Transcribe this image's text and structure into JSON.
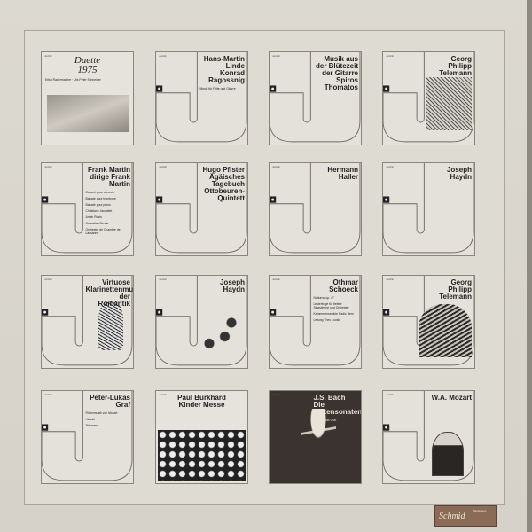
{
  "tiles": [
    {
      "kind": "full",
      "label": "Jecklin",
      "title": [
        "Duette",
        "1975"
      ],
      "sub": [
        "Erika Radermacher · Urs Peter Schneider"
      ],
      "art": "drawing"
    },
    {
      "kind": "j",
      "label": "Jecklin",
      "title": [
        "Hans-Martin Linde",
        "Konrad Ragossnig"
      ],
      "sub": [
        "Musik für Flöte und Gitarre"
      ],
      "art": ""
    },
    {
      "kind": "j",
      "label": "Jecklin",
      "title": [
        "Musik aus der Blütezeit der Gitarre",
        "Spiros Thomatos"
      ],
      "sub": [],
      "art": ""
    },
    {
      "kind": "j",
      "label": "Jecklin",
      "title": [
        "Georg Philipp Telemann"
      ],
      "sub": [],
      "art": "engraving"
    },
    {
      "kind": "j",
      "label": "Jecklin",
      "title": [
        "Frank Martin dirige Frank Martin"
      ],
      "sub": [
        "Concert pour clavecin",
        "Ballade pour trombone",
        "Ballade pour piano",
        "Christiane Jaccottet",
        "Armin Rosin",
        "Sebastian Benda",
        "Orchestre de Chambre de Lausanne"
      ],
      "art": ""
    },
    {
      "kind": "j",
      "label": "Jecklin",
      "title": [
        "Hugo Pfister",
        "Ägäisches Tagebuch",
        "Ottobeuren-Quintett"
      ],
      "sub": [],
      "art": ""
    },
    {
      "kind": "j",
      "label": "Jecklin",
      "title": [
        "Hermann Haller"
      ],
      "sub": [],
      "art": ""
    },
    {
      "kind": "j",
      "label": "Jecklin",
      "title": [
        "Joseph Haydn"
      ],
      "sub": [],
      "art": ""
    },
    {
      "kind": "j",
      "label": "Jecklin",
      "title": [
        "Virtuose Klarinettenmusik der Romantik"
      ],
      "sub": [],
      "art": "figure"
    },
    {
      "kind": "j",
      "label": "Jecklin",
      "title": [
        "Joseph Haydn"
      ],
      "sub": [],
      "art": "figures"
    },
    {
      "kind": "j",
      "label": "Jecklin",
      "title": [
        "Othmar Schoeck"
      ],
      "sub": [
        "Notturno op. 47",
        "Liederfolge für tiefere Singstimme und Orchester",
        "Kammerensemble Radio Bern",
        "Leitung Theo Loosli"
      ],
      "art": ""
    },
    {
      "kind": "j",
      "label": "Jecklin",
      "title": [
        "Georg Philipp Telemann"
      ],
      "sub": [],
      "art": "violinist"
    },
    {
      "kind": "j",
      "label": "Jecklin",
      "title": [
        "Peter-Lukas Graf"
      ],
      "sub": [
        "Flötenmusik von Mozart",
        "Händel",
        "Telemann"
      ],
      "art": ""
    },
    {
      "kind": "full",
      "label": "Jecklin",
      "title": [
        "Paul Burkhard",
        "Kinder Messe"
      ],
      "sub": [],
      "art": "faces"
    },
    {
      "kind": "dark",
      "label": "Jecklin",
      "title": [
        "J.S. Bach",
        "Die Flötensonaten"
      ],
      "sub": [
        "Peter-Lukas Graf"
      ],
      "art": "flutist"
    },
    {
      "kind": "j",
      "label": "Jecklin",
      "title": [
        "W.A. Mozart"
      ],
      "sub": [],
      "art": "portrait"
    }
  ],
  "sticker": {
    "brand": "Schmid",
    "code": "Musikhaus"
  },
  "colors": {
    "paper": "#dedbd3",
    "ink": "#222222",
    "outline": "#8a867e"
  }
}
